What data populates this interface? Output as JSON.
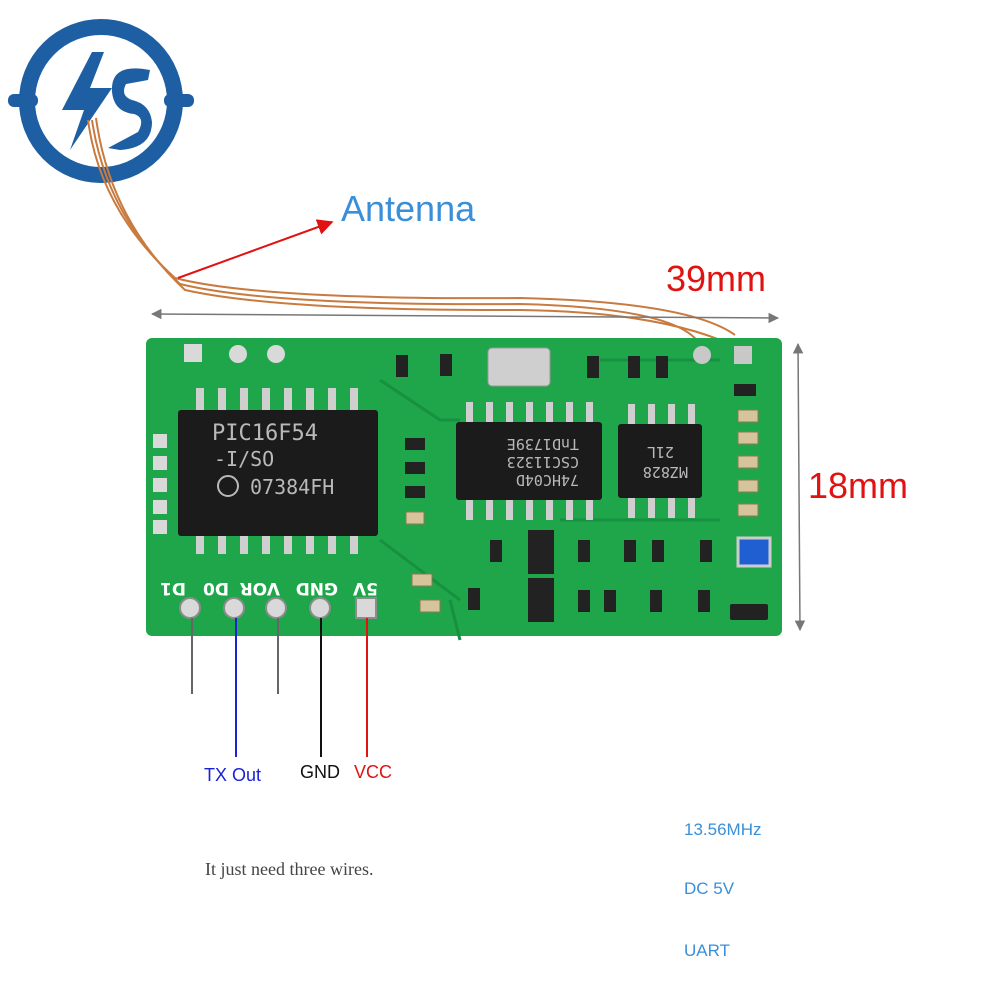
{
  "logo": {
    "letters": "IS",
    "icon": "lightning-s-logo"
  },
  "annotations": {
    "antenna": "Antenna",
    "length": "39mm",
    "width": "18mm"
  },
  "pins": {
    "silkscreen": [
      "D1",
      "D0",
      "VOR",
      "GND",
      "5V"
    ],
    "tx_out": "TX Out",
    "gnd": "GND",
    "vcc": "VCC"
  },
  "chips": {
    "mcu": [
      "PIC16F54",
      "-I/SO",
      "07384FH"
    ],
    "chip2": [
      "74HC04D",
      "CSC11323",
      "TnD1739E"
    ],
    "chip3": [
      "MZ828",
      "21L"
    ]
  },
  "note": "It just need three wires.",
  "specs": {
    "frequency": "13.56MHz",
    "power": "DC 5V",
    "interface": "UART"
  },
  "colors": {
    "pcb": "#1fa64a",
    "trace": "#0f7a33",
    "label_blue": "#3a8fd9",
    "label_red": "#e01212",
    "logo_blue": "#1e5fa3",
    "wire": "#c97a3e"
  }
}
